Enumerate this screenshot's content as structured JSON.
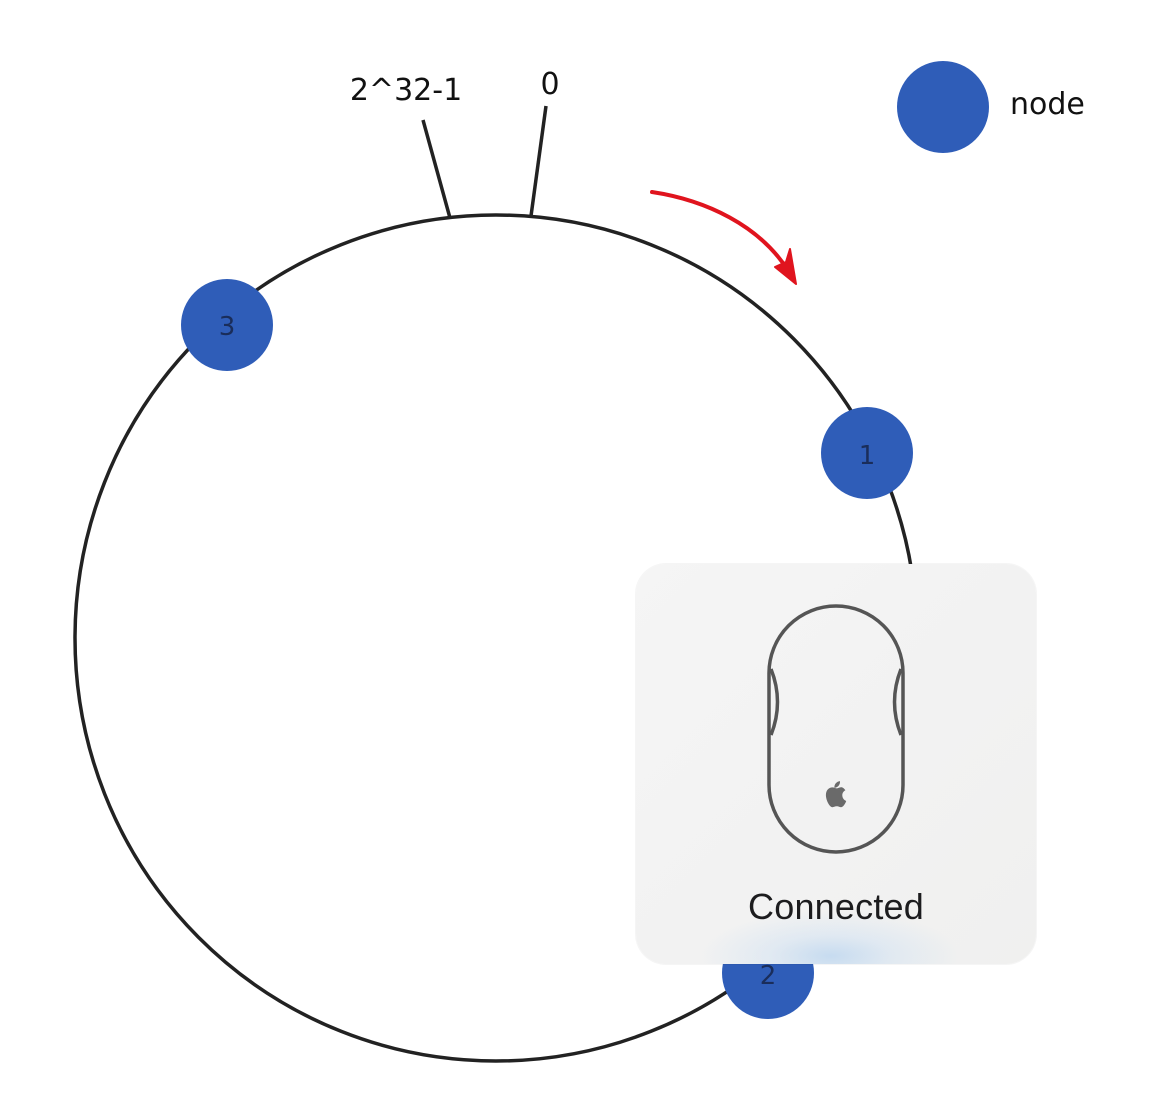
{
  "diagram": {
    "ring_labels": {
      "max": "2^32-1",
      "zero": "0"
    },
    "legend": {
      "label": "node"
    },
    "nodes": [
      {
        "id": "1"
      },
      {
        "id": "2"
      },
      {
        "id": "3"
      }
    ],
    "colors": {
      "node_fill": "#2f5db8",
      "ring_stroke": "#222222",
      "arrow": "#e0141e"
    }
  },
  "hud": {
    "status_text": "Connected",
    "device_icon": "magic-mouse-icon",
    "logo_icon": "apple-logo-icon"
  }
}
